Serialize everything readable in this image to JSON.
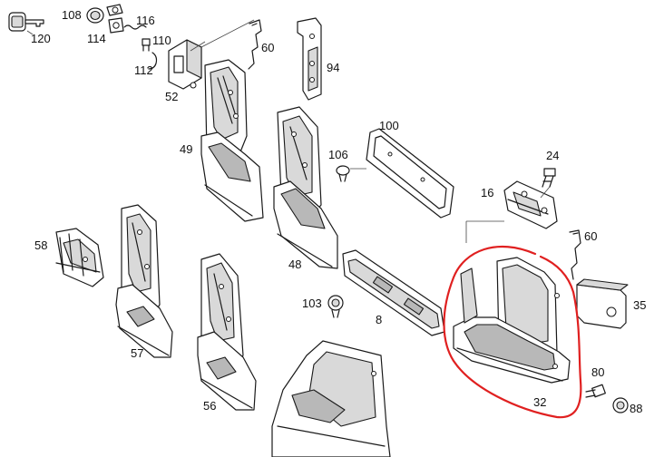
{
  "diagram": {
    "title": "",
    "colors": {
      "line": "#1a1a1a",
      "fill": "#ffffff",
      "shade": "#d9d9d9",
      "dark": "#b8b8b8",
      "highlight": "#e02020"
    },
    "callouts": {
      "p120": "120",
      "p108": "108",
      "p116": "116",
      "p114": "114",
      "p110": "110",
      "p112": "112",
      "p52": "52",
      "p60a": "60",
      "p94": "94",
      "p49": "49",
      "p100": "100",
      "p106": "106",
      "p24": "24",
      "p16": "16",
      "p60b": "60",
      "p58": "58",
      "p48": "48",
      "p103": "103",
      "p8": "8",
      "p35": "35",
      "p57": "57",
      "p56": "56",
      "p80": "80",
      "p88": "88",
      "p32": "32"
    },
    "highlighted_part": "32"
  }
}
